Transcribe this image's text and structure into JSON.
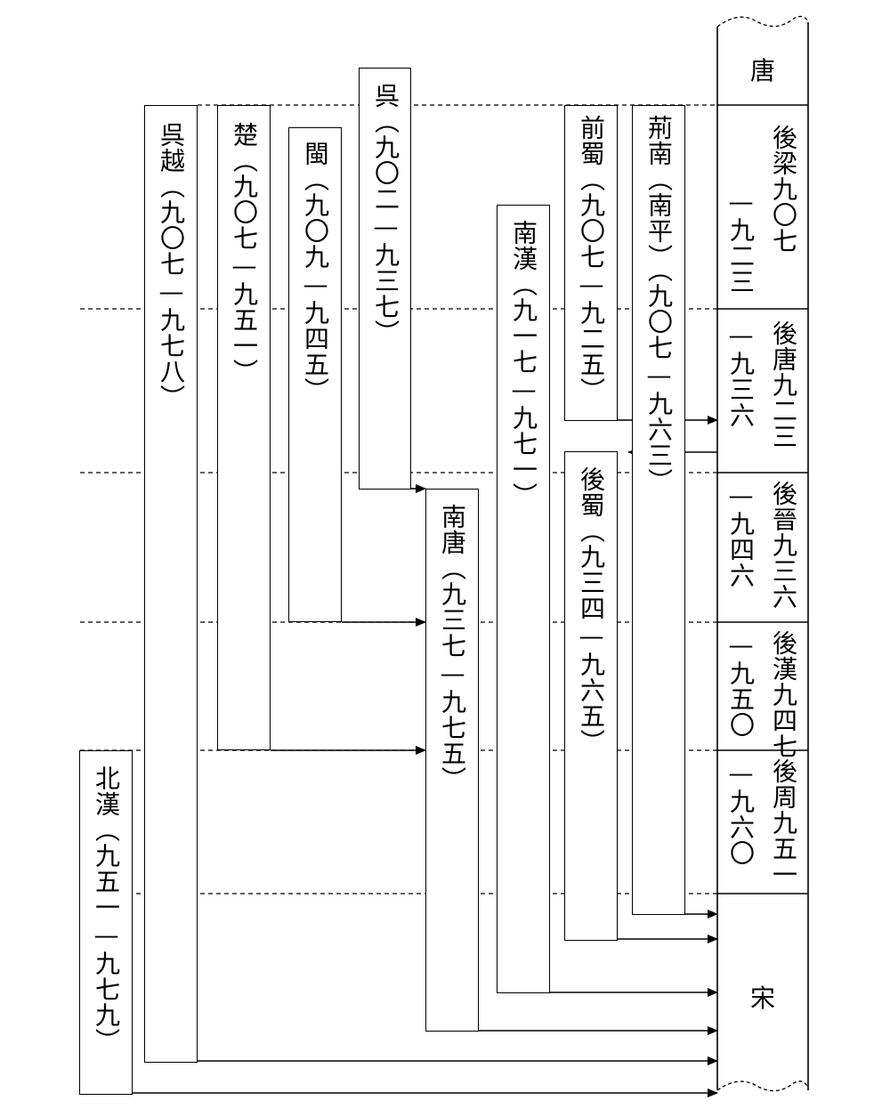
{
  "dynasties": {
    "tang": "唐",
    "song": "宋",
    "later_liang": {
      "name": "後梁",
      "start": "九〇七",
      "end": "—九二三"
    },
    "later_tang": {
      "name": "後唐",
      "start": "九二三",
      "end": "—九三六"
    },
    "later_jin": {
      "name": "後晉",
      "start": "九三六",
      "end": "—九四六"
    },
    "later_han": {
      "name": "後漢",
      "start": "九四七",
      "end": "—九五〇"
    },
    "later_zhou": {
      "name": "後周",
      "start": "九五一",
      "end": "—九六〇"
    }
  },
  "kingdoms": {
    "wuyue": {
      "label": "呉越（九〇七—九七八）"
    },
    "chu": {
      "label": "楚（九〇七—九五一）"
    },
    "min": {
      "label": "閩（九〇九—九四五）"
    },
    "wu": {
      "label": "呉（九〇二—九三七）"
    },
    "southern_tang": {
      "label": "南唐（九三七—九七五）"
    },
    "southern_han": {
      "label": "南漢（九一七—九七一）"
    },
    "former_shu": {
      "label": "前蜀（九〇七—九二五）"
    },
    "later_shu": {
      "label": "後蜀（九三四—九六五）"
    },
    "jingnan": {
      "label": "荊南（南平）（九〇七—九六三）"
    },
    "northern_han": {
      "label": "北漢（九五一—九七九）"
    }
  }
}
